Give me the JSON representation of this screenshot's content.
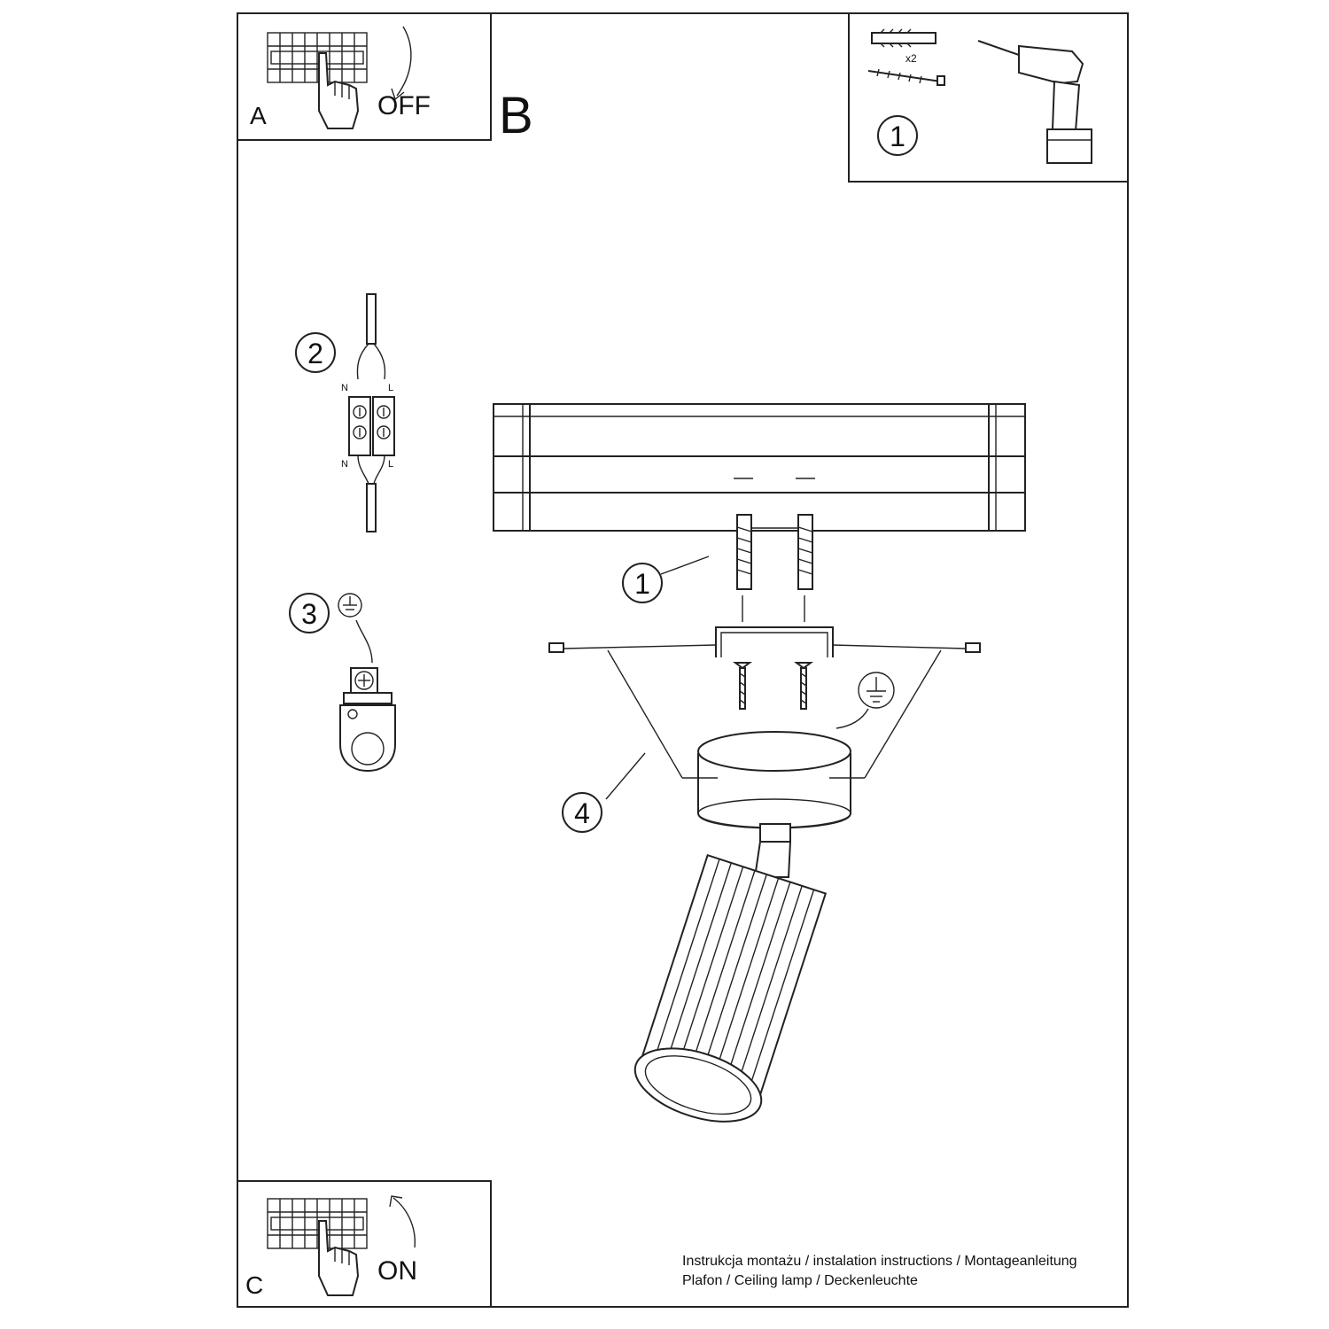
{
  "panels": {
    "a": {
      "label": "A",
      "action": "OFF"
    },
    "b": {
      "label": "B"
    },
    "c": {
      "label": "C",
      "action": "ON"
    }
  },
  "tools": {
    "step": "1",
    "quantity": "x2"
  },
  "steps": {
    "s1": "1",
    "s2": "2",
    "s3": "3",
    "s4": "4"
  },
  "wiring": {
    "n_top": "N",
    "l_top": "L",
    "n_bottom": "N",
    "l_bottom": "L"
  },
  "footer": {
    "line1": "Instrukcja montażu / instalation instructions / Montageanleitung",
    "line2": "Plafon / Ceiling lamp / Deckenleuchte"
  }
}
